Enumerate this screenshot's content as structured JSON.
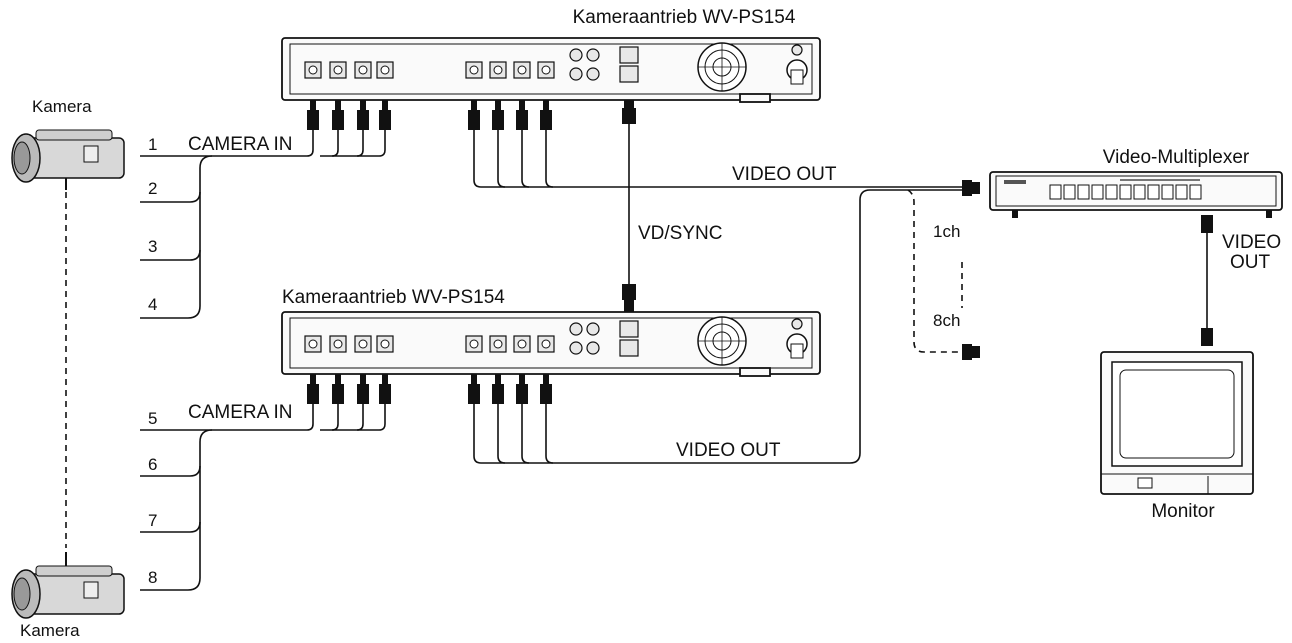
{
  "devices": {
    "drive_top_title": "Kameraantrieb WV-PS154",
    "drive_bottom_title": "Kameraantrieb WV-PS154",
    "multiplexer_title": "Video-Multiplexer",
    "monitor_title": "Monitor"
  },
  "cameras": {
    "top_label": "Kamera",
    "bottom_label": "Kamera"
  },
  "connections": {
    "camera_in_top": "CAMERA IN",
    "camera_in_bottom": "CAMERA IN",
    "video_out_top": "VIDEO OUT",
    "video_out_bottom": "VIDEO OUT",
    "vd_sync": "VD/SYNC",
    "ch_first": "1ch",
    "ch_last": "8ch",
    "monitor_video_out_line1": "VIDEO",
    "monitor_video_out_line2": "OUT"
  },
  "camera_numbers": [
    "1",
    "2",
    "3",
    "4",
    "5",
    "6",
    "7",
    "8"
  ]
}
